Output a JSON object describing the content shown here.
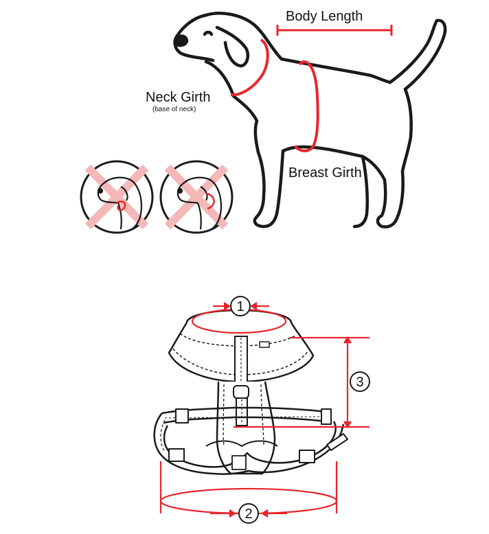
{
  "labels": {
    "body_length": "Body Length",
    "neck_girth": "Neck Girth",
    "neck_girth_note": "(base of neck)",
    "breast_girth": "Breast Girth"
  },
  "markers": {
    "m1": "1",
    "m2": "2",
    "m3": "3"
  },
  "colors": {
    "measure_red": "#e8252b",
    "cross_pink": "#f4b8b8",
    "line": "#1a1a1a"
  }
}
